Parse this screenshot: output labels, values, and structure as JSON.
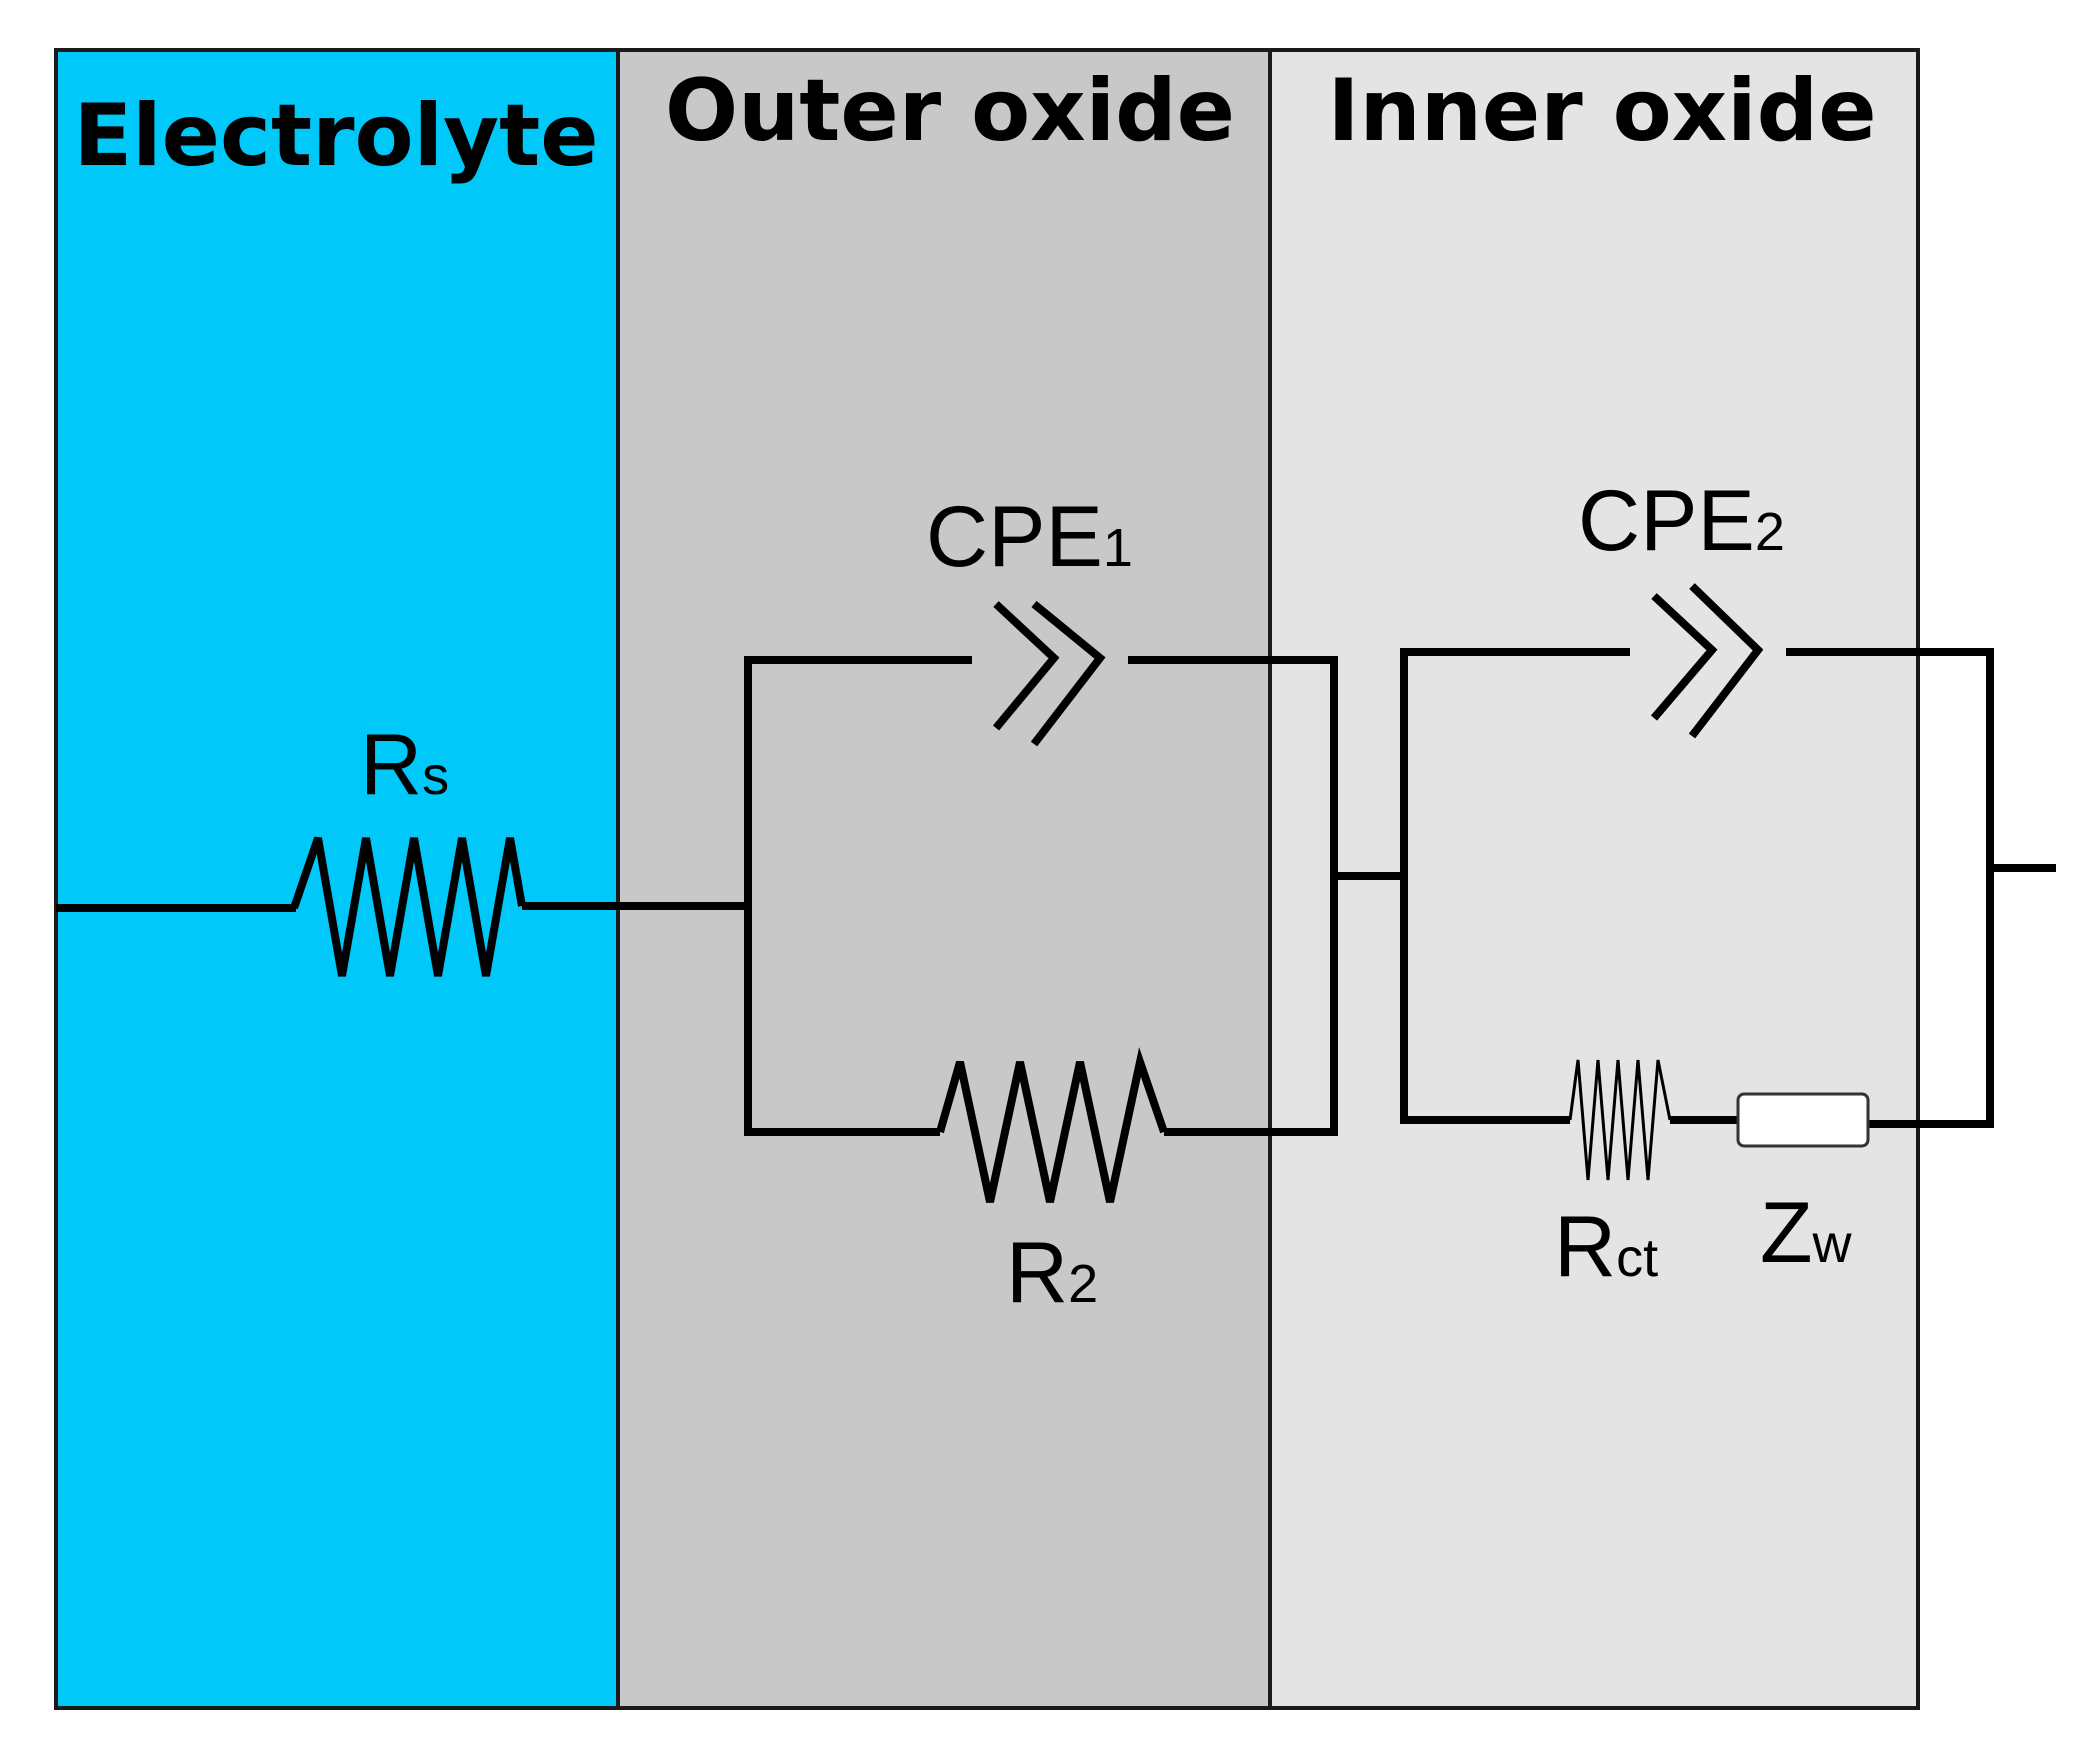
{
  "layers": {
    "electrolyte": {
      "title": "Electrolyte",
      "color": "#00c8f8"
    },
    "outer_oxide": {
      "title": "Outer oxide",
      "color": "#c8c8c8"
    },
    "inner_oxide": {
      "title": "Inner oxide",
      "color": "#e4e4e4"
    }
  },
  "components": {
    "rs": {
      "main": "R",
      "sub": "s"
    },
    "cpe1": {
      "main": "CPE",
      "sub": "1"
    },
    "r2": {
      "main": "R",
      "sub": "2"
    },
    "cpe2": {
      "main": "CPE",
      "sub": "2"
    },
    "rct": {
      "main": "R",
      "sub": "ct"
    },
    "zw": {
      "main": "Z",
      "sub": "w"
    }
  },
  "colors": {
    "wire": "#000000",
    "border": "#1a1a1a"
  }
}
